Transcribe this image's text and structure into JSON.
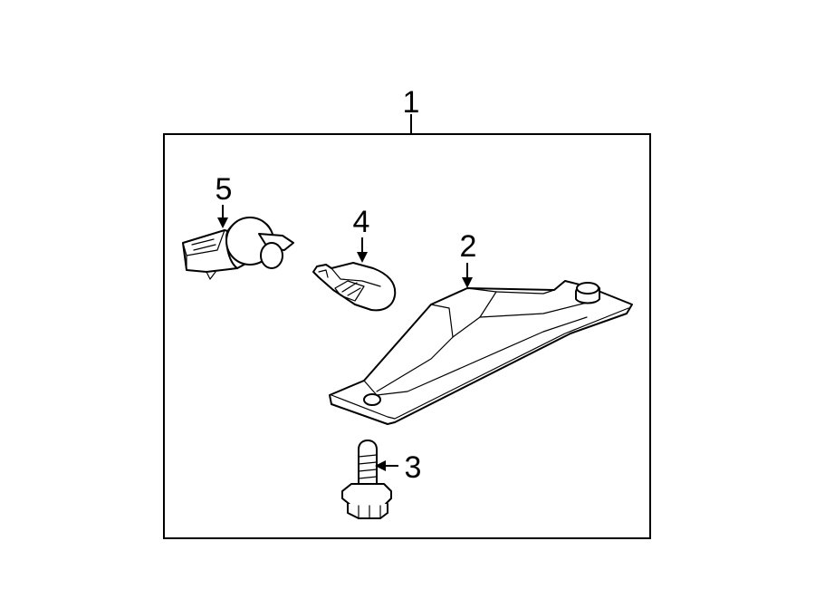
{
  "callouts": {
    "assembly": "1",
    "housing": "2",
    "screw": "3",
    "socket": "4",
    "bulb": "5"
  },
  "colors": {
    "stroke": "#000000",
    "background": "#ffffff"
  }
}
